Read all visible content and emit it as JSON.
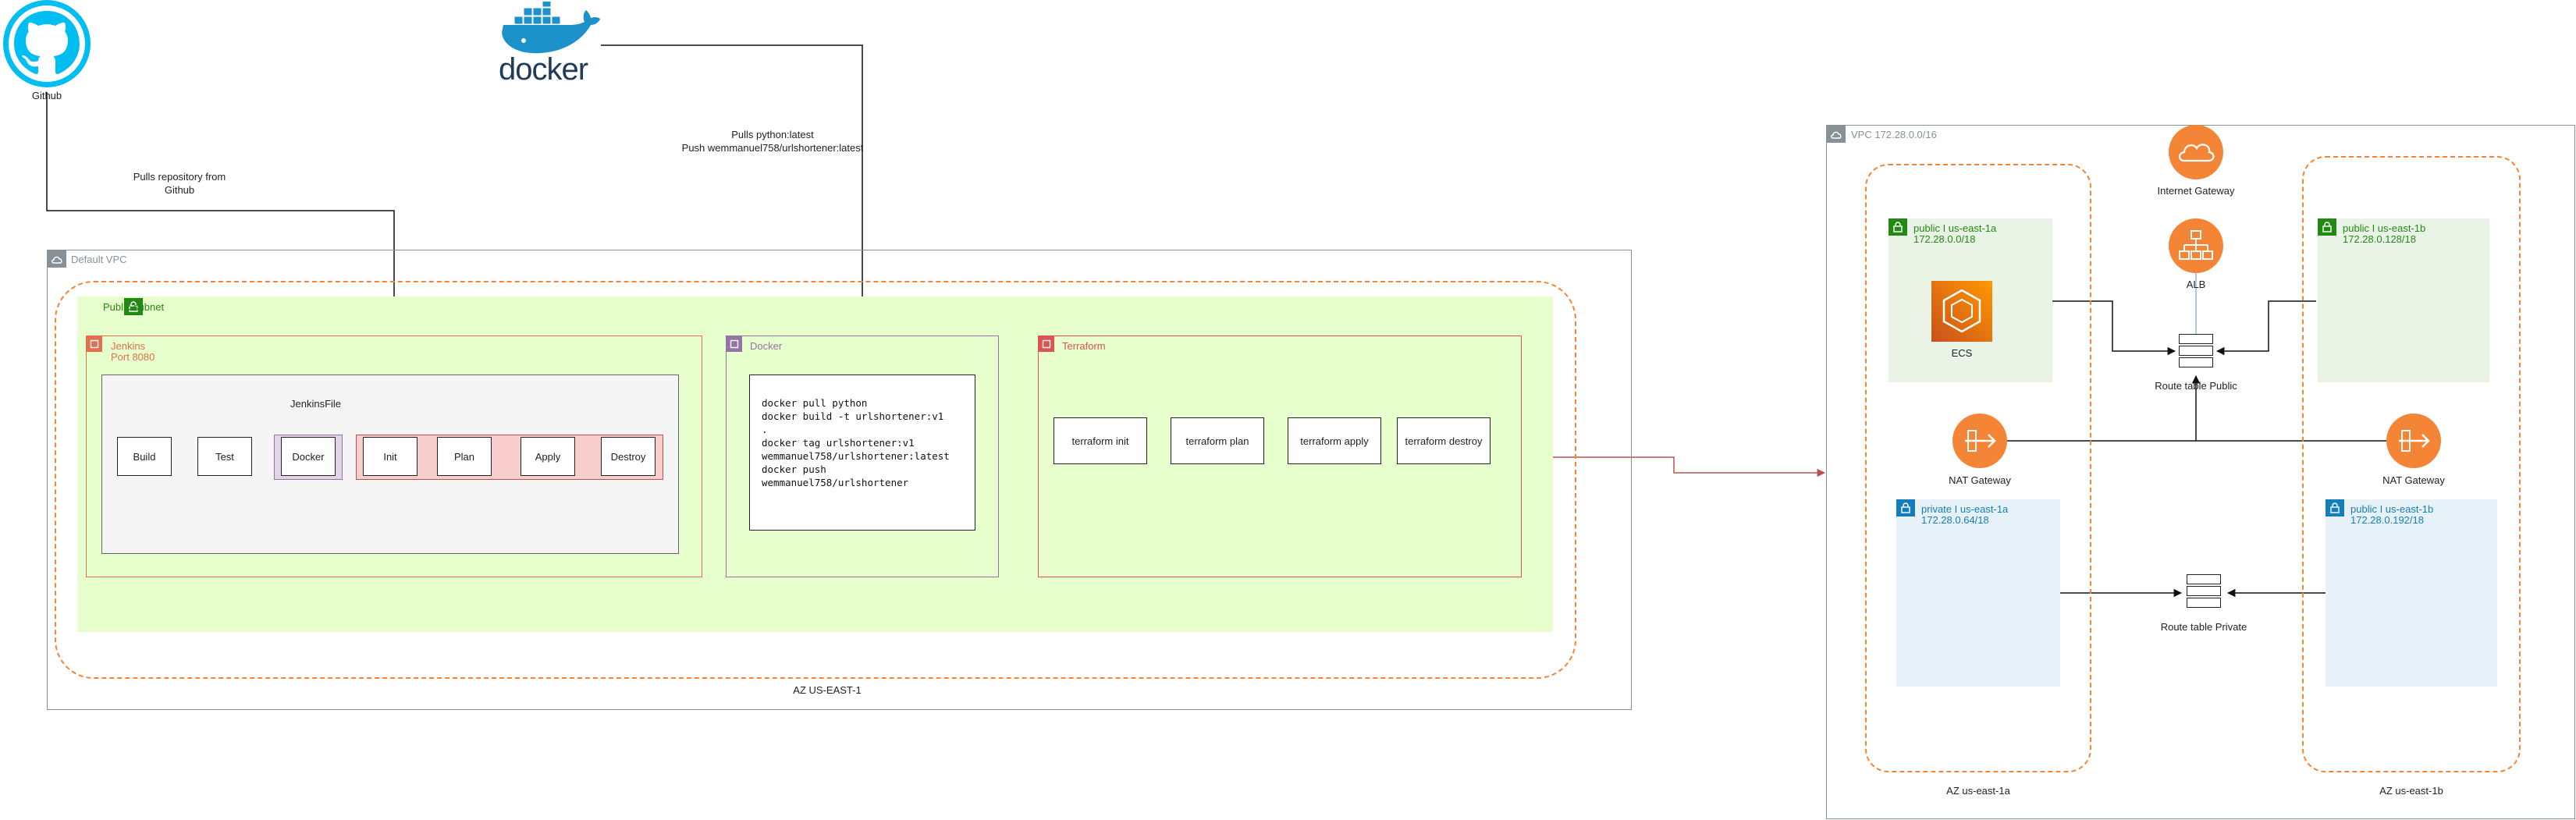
{
  "github": {
    "label": "Github"
  },
  "docker_logo": {
    "wordmark": "docker"
  },
  "edges": {
    "pulls_repo": "Pulls repository from\nGithub",
    "pulls_python": "Pulls python:latest\nPush wemmanuel758/urlshortener:latest"
  },
  "default_vpc": {
    "label": "Default VPC"
  },
  "az_us_east_1": {
    "label": "AZ US-EAST-1"
  },
  "public_subnet": {
    "label": "Public subnet"
  },
  "jenkins": {
    "title": "Jenkins",
    "port": "Port 8080"
  },
  "jenkinsfile": {
    "title": "JenkinsFile",
    "steps": [
      "Build",
      "Test",
      "Docker",
      "Init",
      "Plan",
      "Apply",
      "Destroy"
    ]
  },
  "docker_group": {
    "title": "Docker",
    "commands": "docker pull python\ndocker build -t urlshortener:v1\n.\ndocker tag urlshortener:v1\nwemmanuel758/urlshortener:latest\ndocker push\nwemmanuel758/urlshortener"
  },
  "terraform": {
    "title": "Terraform",
    "steps": [
      "terraform init",
      "terraform plan",
      "terraform apply",
      "terraform destroy"
    ]
  },
  "vpc": {
    "label": "VPC 172.28.0.0/16"
  },
  "internet_gateway": {
    "label": "Internet Gateway"
  },
  "alb": {
    "label": "ALB"
  },
  "ecs": {
    "label": "ECS"
  },
  "route_table_public": {
    "label": "Route table Public"
  },
  "route_table_private": {
    "label": "Route table Private"
  },
  "nat_gateway_a": {
    "label": "NAT Gateway"
  },
  "nat_gateway_b": {
    "label": "NAT Gateway"
  },
  "subnet_public_1a": {
    "name": "public I us-east-1a",
    "cidr": "172.28.0.0/18"
  },
  "subnet_public_1b": {
    "name": "public I us-east-1b",
    "cidr": "172.28.0.128/18"
  },
  "subnet_private_1a": {
    "name": "private I us-east-1a",
    "cidr": "172.28.0.64/18"
  },
  "subnet_private_1b": {
    "name": "public I us-east-1b",
    "cidr": "172.28.0.192/18"
  },
  "az_1a": {
    "label": "AZ us-east-1a"
  },
  "az_1b": {
    "label": "AZ us-east-1b"
  },
  "colors": {
    "orange_dash": "#f58536",
    "public_green": "#248814",
    "public_fill": "#e9f3e6",
    "private_blue": "#147eba",
    "private_fill": "#e6f2f8",
    "subnet_green_fill": "#e6ffcc",
    "jenkins_border": "#e07050",
    "docker_purple": "#9673a6",
    "terraform_red": "#e05252",
    "aws_orange": "#ed7100"
  }
}
